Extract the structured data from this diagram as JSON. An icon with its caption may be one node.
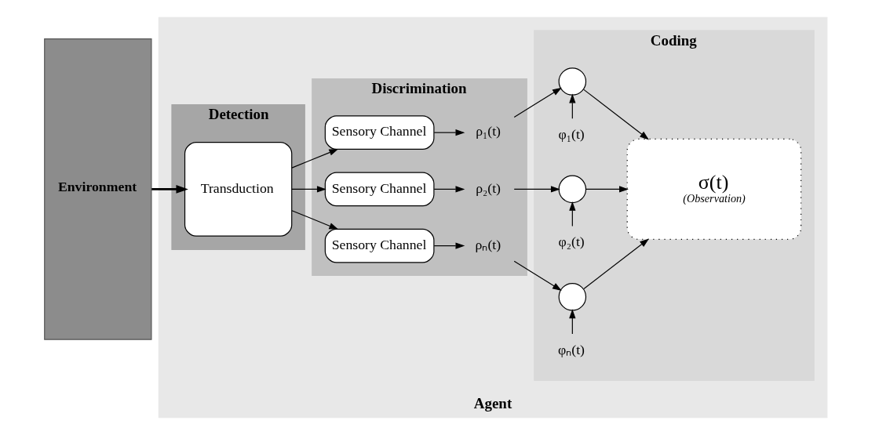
{
  "diagram": {
    "nodes": [
      {
        "text": [
          "Environment"
        ]
      },
      {
        "text": [
          "Agent"
        ]
      },
      {
        "text": [
          "Detection"
        ],
        "in": 1
      },
      {
        "text": [
          "Discrimination"
        ],
        "in": 1
      },
      {
        "text": [
          "Coding"
        ],
        "in": 1
      },
      {
        "text": [
          "Transduction"
        ],
        "in": 2
      },
      {
        "text": [
          "Sensory Channel"
        ],
        "in": 3
      },
      {
        "text": [
          "Sensory Channel"
        ],
        "in": 3
      },
      {
        "text": [
          "Sensory Channel"
        ],
        "in": 3
      },
      {
        "text": [
          "ρ₁(t)"
        ],
        "in": 3
      },
      {
        "text": [
          "ρ₂(t)"
        ],
        "in": 3
      },
      {
        "text": [
          "ρₙ(t)"
        ],
        "in": 3
      },
      {
        "text": [
          "φ₁(t)"
        ],
        "in": 4
      },
      {
        "text": [],
        "shape": "circle",
        "in": 4
      },
      {
        "text": [
          "φ₂(t)"
        ],
        "in": 4
      },
      {
        "text": [],
        "shape": "circle",
        "in": 4
      },
      {
        "text": [
          "φₙ(t)"
        ],
        "in": 4
      },
      {
        "text": [],
        "shape": "circle",
        "in": 4
      },
      {
        "text": [
          "σ(t)",
          "(Observation)"
        ],
        "in": 4
      }
    ],
    "edges": [
      {
        "from": 0,
        "to": 5,
        "arrow": "to",
        "style": "thick"
      },
      {
        "from": 5,
        "to": 6,
        "arrow": "to"
      },
      {
        "from": 5,
        "to": 7,
        "arrow": "to"
      },
      {
        "from": 5,
        "to": 8,
        "arrow": "to"
      },
      {
        "from": 6,
        "to": 9,
        "arrow": "to"
      },
      {
        "from": 7,
        "to": 10,
        "arrow": "to"
      },
      {
        "from": 8,
        "to": 11,
        "arrow": "to"
      },
      {
        "from": 9,
        "to": 13,
        "arrow": "to"
      },
      {
        "from": 10,
        "to": 15,
        "arrow": "to"
      },
      {
        "from": 11,
        "to": 17,
        "arrow": "to"
      },
      {
        "from": 12,
        "to": 13,
        "arrow": "to"
      },
      {
        "from": 14,
        "to": 15,
        "arrow": "to"
      },
      {
        "from": 16,
        "to": 17,
        "arrow": "to"
      },
      {
        "from": 13,
        "to": 18,
        "arrow": "to"
      },
      {
        "from": 15,
        "to": 18,
        "arrow": "to"
      },
      {
        "from": 17,
        "to": 18,
        "arrow": "to"
      }
    ]
  }
}
